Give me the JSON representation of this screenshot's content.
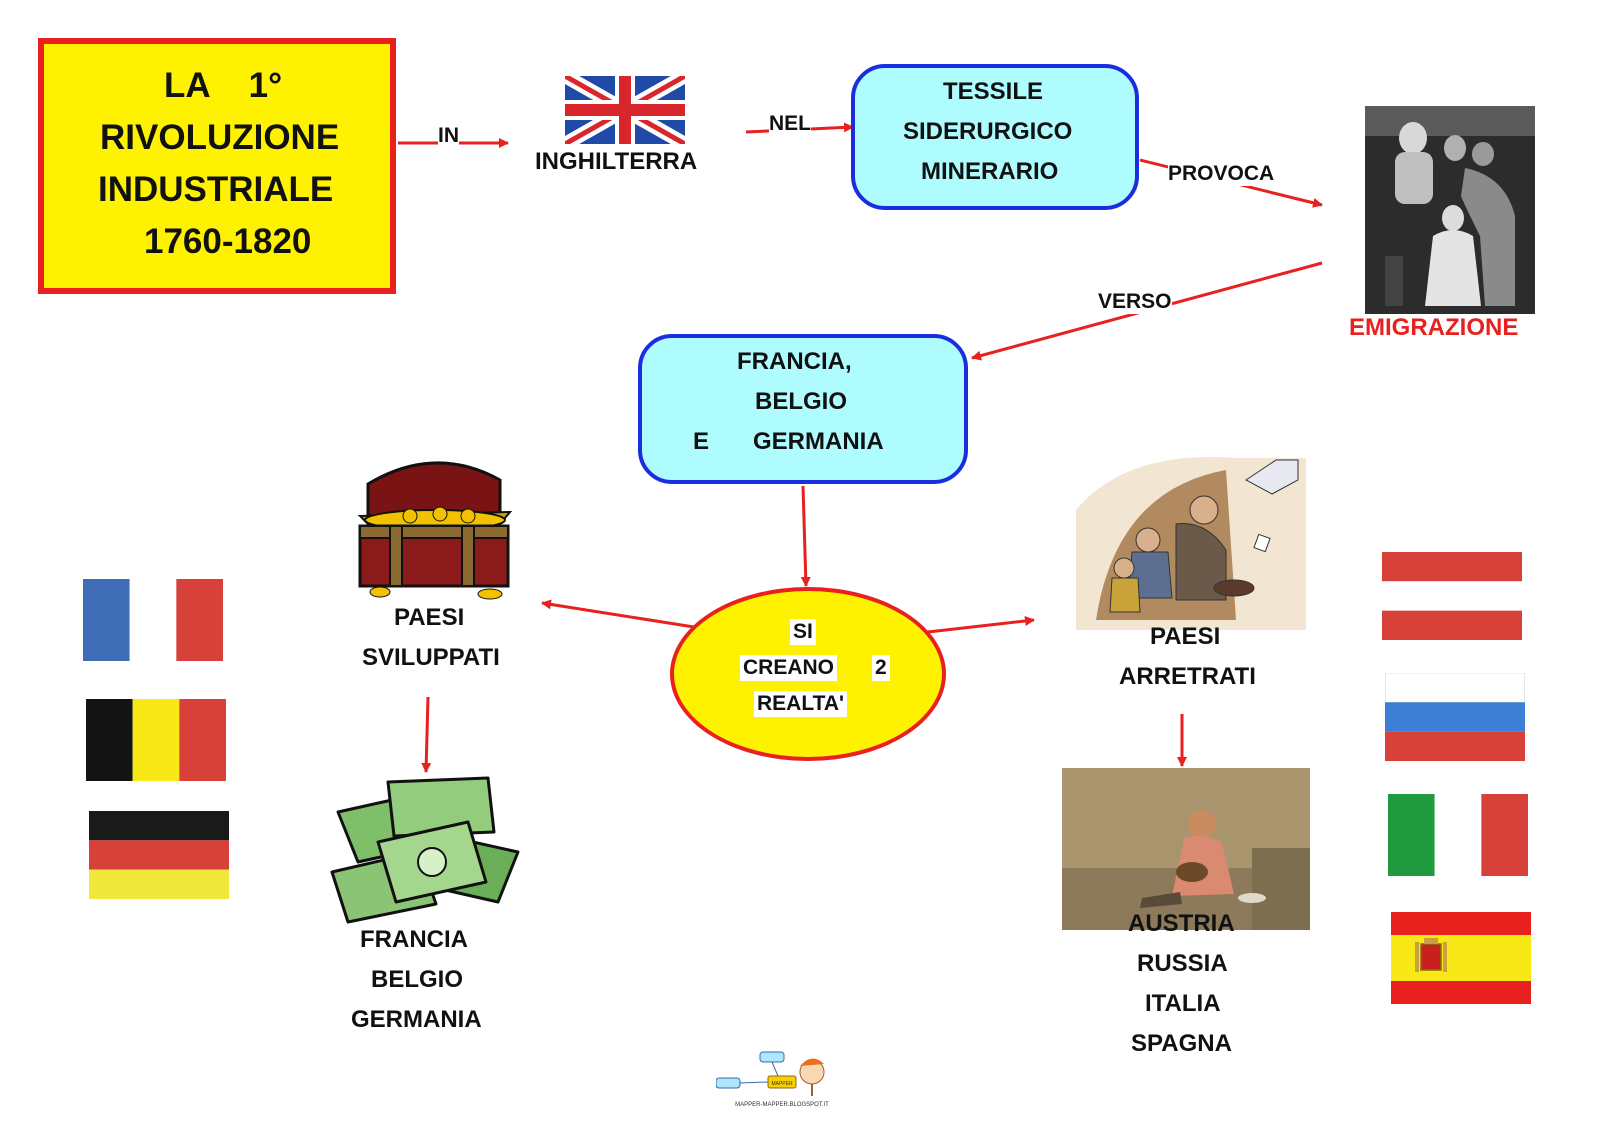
{
  "title": {
    "line1_a": "LA",
    "line1_b": "1°",
    "line2": "RIVOLUZIONE",
    "line3": "INDUSTRIALE",
    "line4": "1760-1820"
  },
  "edges": {
    "in": "IN",
    "nel": "NEL",
    "provoca": "PROVOCA",
    "verso": "VERSO"
  },
  "nodes": {
    "inghilterra": "INGHILTERRA",
    "industry": [
      "TESSILE",
      "SIDERURGICO",
      "MINERARIO"
    ],
    "emigrazione": "EMIGRAZIONE",
    "destinations": {
      "line1": "FRANCIA,",
      "line2": "BELGIO",
      "line3_a": "E",
      "line3_b": "GERMANIA"
    },
    "realta": {
      "line1": "SI",
      "line2_a": "CREANO",
      "line2_b": "2",
      "line3": "REALTA'"
    },
    "sviluppati": [
      "PAESI",
      "SVILUPPATI"
    ],
    "sviluppati_list": [
      "FRANCIA",
      "BELGIO",
      "GERMANIA"
    ],
    "arretrati": [
      "PAESI",
      "ARRETRATI"
    ],
    "arretrati_list": [
      "AUSTRIA",
      "RUSSIA",
      "ITALIA",
      "SPAGNA"
    ]
  },
  "logo": {
    "text": "MAPPER-MAPPER.BLOGSPOT.IT",
    "badge": "MAPPER"
  },
  "colors": {
    "title_fill": "#fff200",
    "title_border": "#e8201e",
    "box_fill": "#aefcfe",
    "box_border": "#1a2ee0",
    "arrow": "#e8201e",
    "emigrazione_text": "#e8201e"
  },
  "icons": [
    "uk-flag-icon",
    "emigrants-photo-icon",
    "treasure-chest-icon",
    "money-icon",
    "poor-family-icon",
    "poor-child-icon",
    "france-flag-icon",
    "belgium-flag-icon",
    "germany-flag-icon",
    "austria-flag-icon",
    "russia-flag-icon",
    "italy-flag-icon",
    "spain-flag-icon",
    "mapper-logo-icon"
  ]
}
